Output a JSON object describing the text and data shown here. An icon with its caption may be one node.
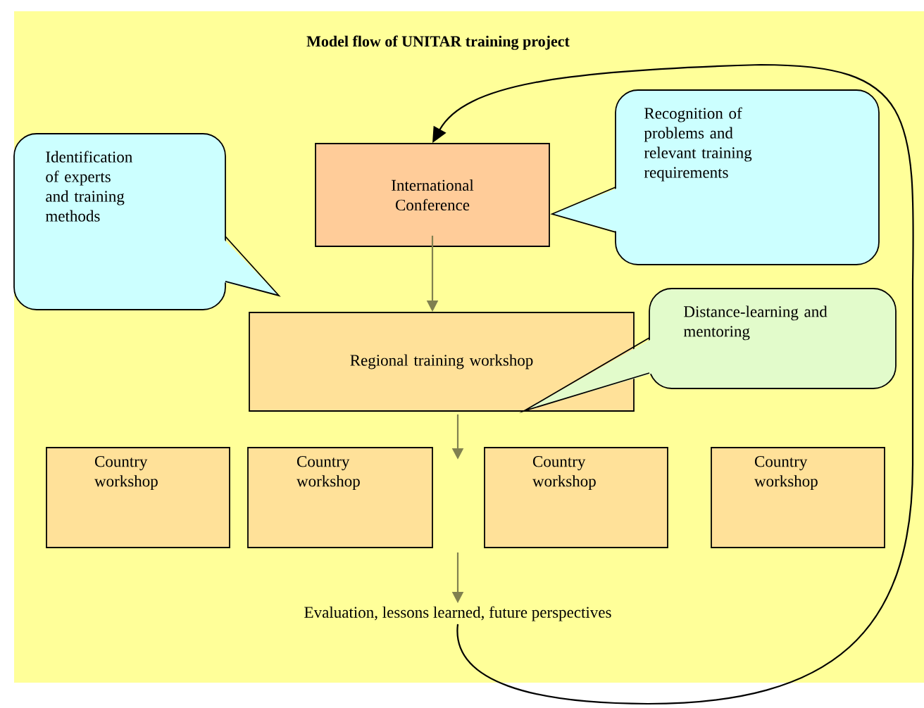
{
  "diagram": {
    "title": "Model flow of UNITAR training project",
    "nodes": [
      {
        "text": [
          "International Conference"
        ]
      },
      {
        "text": [
          "Identification of experts and training methods"
        ]
      },
      {
        "text": [
          "Recognition of problems and relevant training requirements"
        ]
      },
      {
        "text": [
          "Regional training workshop"
        ]
      },
      {
        "text": [
          "Distance-learning and mentoring"
        ]
      },
      {
        "text": [
          "Country workshop"
        ]
      },
      {
        "text": [
          "Country workshop"
        ]
      },
      {
        "text": [
          "Country workshop"
        ]
      },
      {
        "text": [
          "Country workshop"
        ]
      },
      {
        "text": [
          "Evaluation, lessons learned, future perspectives"
        ]
      }
    ],
    "edges": [
      {
        "from": 0,
        "to": 3,
        "arrow": "to"
      },
      {
        "from": 3,
        "to": null,
        "arrow": "to"
      },
      {
        "from": null,
        "to": 9,
        "arrow": "to"
      },
      {
        "from": 9,
        "to": 0,
        "arrow": "to",
        "color": "#000000"
      }
    ]
  }
}
